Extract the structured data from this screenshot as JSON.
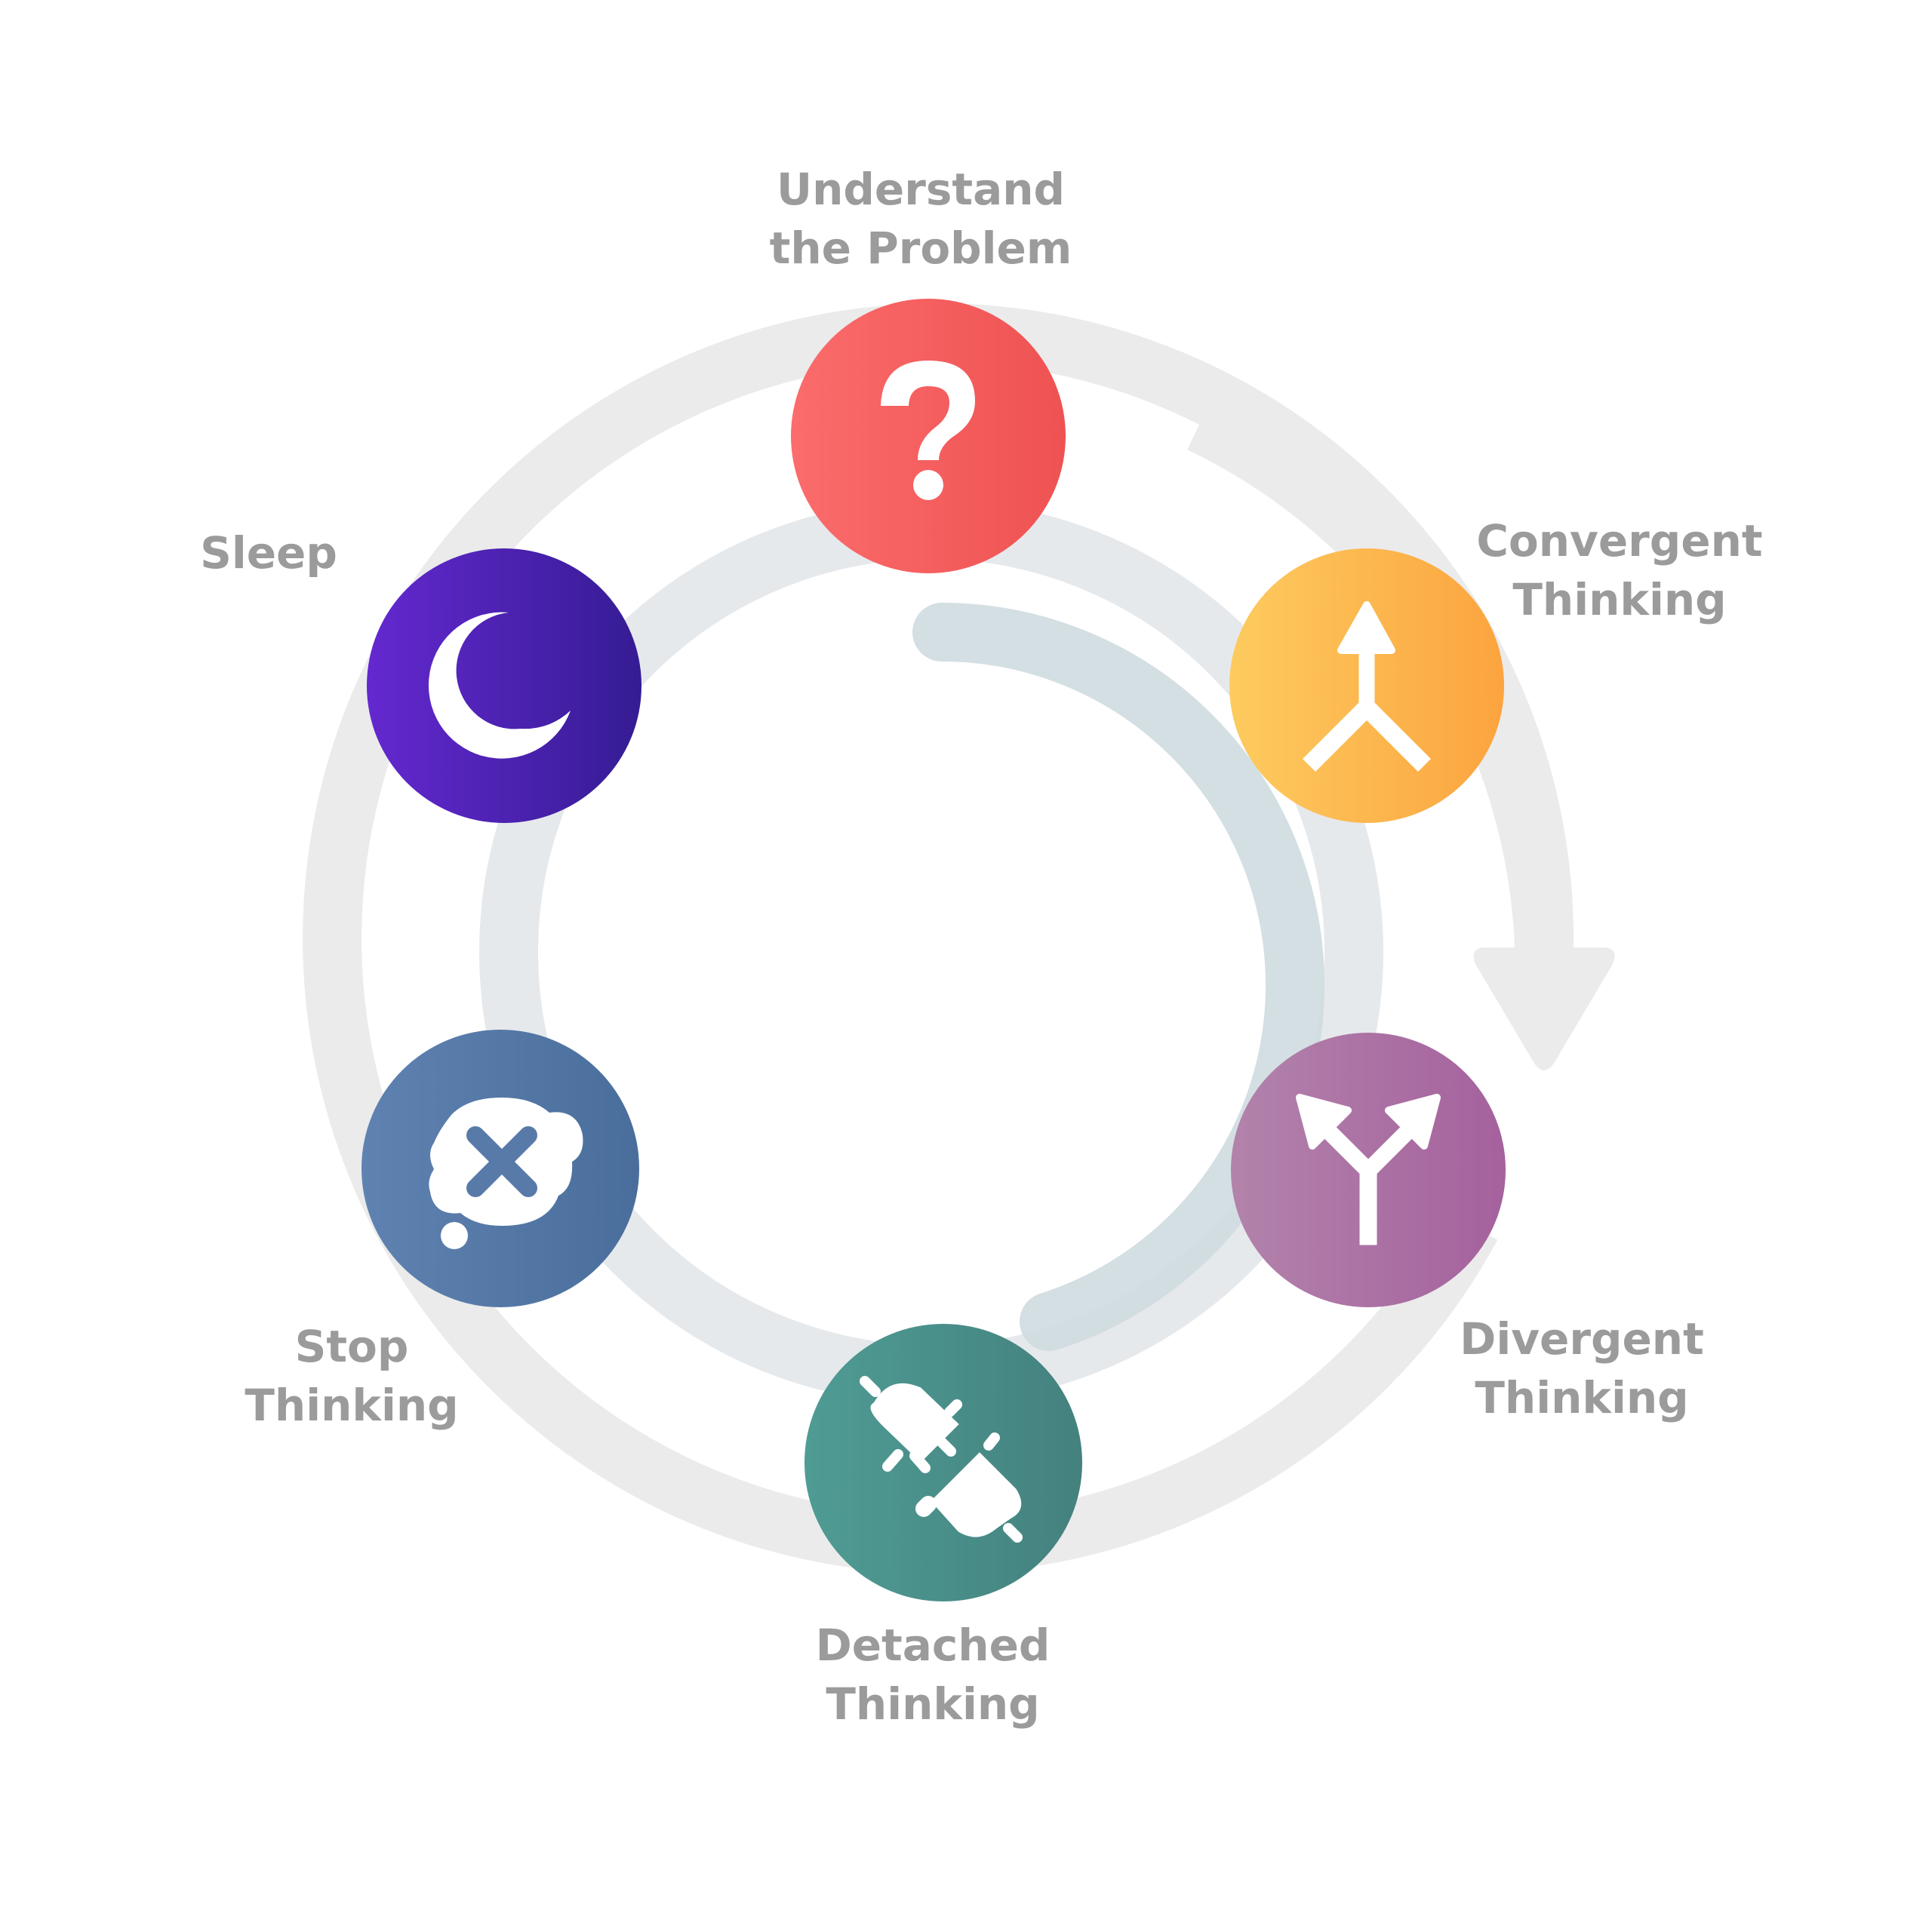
{
  "diagram": {
    "type": "cycle",
    "direction": "clockwise",
    "stages": [
      {
        "id": "understand",
        "lines": [
          "Understand",
          "the Problem"
        ],
        "icon": "question-mark-icon",
        "color_from": "#fb6c6c",
        "color_to": "#ef5252"
      },
      {
        "id": "convergent",
        "lines": [
          "Convergent",
          "Thinking"
        ],
        "icon": "converge-arrows-icon",
        "color_from": "#fdcb5f",
        "color_to": "#fca43f"
      },
      {
        "id": "divergent",
        "lines": [
          "Divergent",
          "Thinking"
        ],
        "icon": "diverge-arrows-icon",
        "color_from": "#b283ab",
        "color_to": "#a5619d"
      },
      {
        "id": "detached",
        "lines": [
          "Detached",
          "Thinking"
        ],
        "icon": "unplugged-icon",
        "color_from": "#4f9c94",
        "color_to": "#44817e"
      },
      {
        "id": "stop",
        "lines": [
          "Stop",
          "Thinking"
        ],
        "icon": "thought-bubble-x-icon",
        "color_from": "#5f82b1",
        "color_to": "#4a6e9c"
      },
      {
        "id": "sleep",
        "lines": [
          "Sleep"
        ],
        "icon": "moon-icon",
        "color_from": "#6428d0",
        "color_to": "#351c93"
      }
    ],
    "colors": {
      "outer_ring": "#ebebeb",
      "inner_ring": "#e6e9ec",
      "progress_arc": "#cfdbe0",
      "arrow": "#ebebeb",
      "label_text": "#9b9b9b",
      "icon": "#ffffff"
    }
  }
}
